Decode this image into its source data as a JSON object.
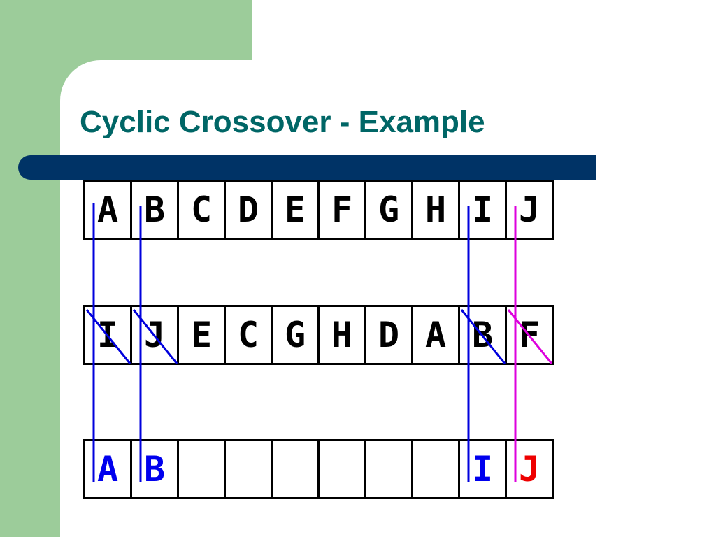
{
  "title": "Cyclic Crossover - Example",
  "parent1": [
    "A",
    "B",
    "C",
    "D",
    "E",
    "F",
    "G",
    "H",
    "I",
    "J"
  ],
  "parent2": [
    "I",
    "J",
    "E",
    "C",
    "G",
    "H",
    "D",
    "A",
    "B",
    "F"
  ],
  "offspring": [
    "A",
    "B",
    "",
    "",
    "",
    "",
    "",
    "",
    "I",
    "J"
  ],
  "offspring_colors": [
    "blue",
    "blue",
    "",
    "",
    "",
    "",
    "",
    "",
    "blue",
    "red"
  ],
  "colors": {
    "background_green": "#9ccc9a",
    "title_color": "#006666",
    "bar_color": "#003366",
    "connector_blue": "#0000dd",
    "connector_magenta": "#dd00dd",
    "offspring_blue": "#0000ee",
    "offspring_red": "#ee0000"
  }
}
